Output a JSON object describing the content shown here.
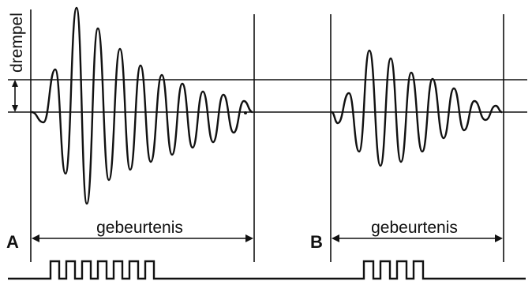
{
  "labels": {
    "threshold": "drempel",
    "panel_a": "A",
    "panel_b": "B",
    "event_a": "gebeurtenis",
    "event_b": "gebeurtenis"
  }
}
